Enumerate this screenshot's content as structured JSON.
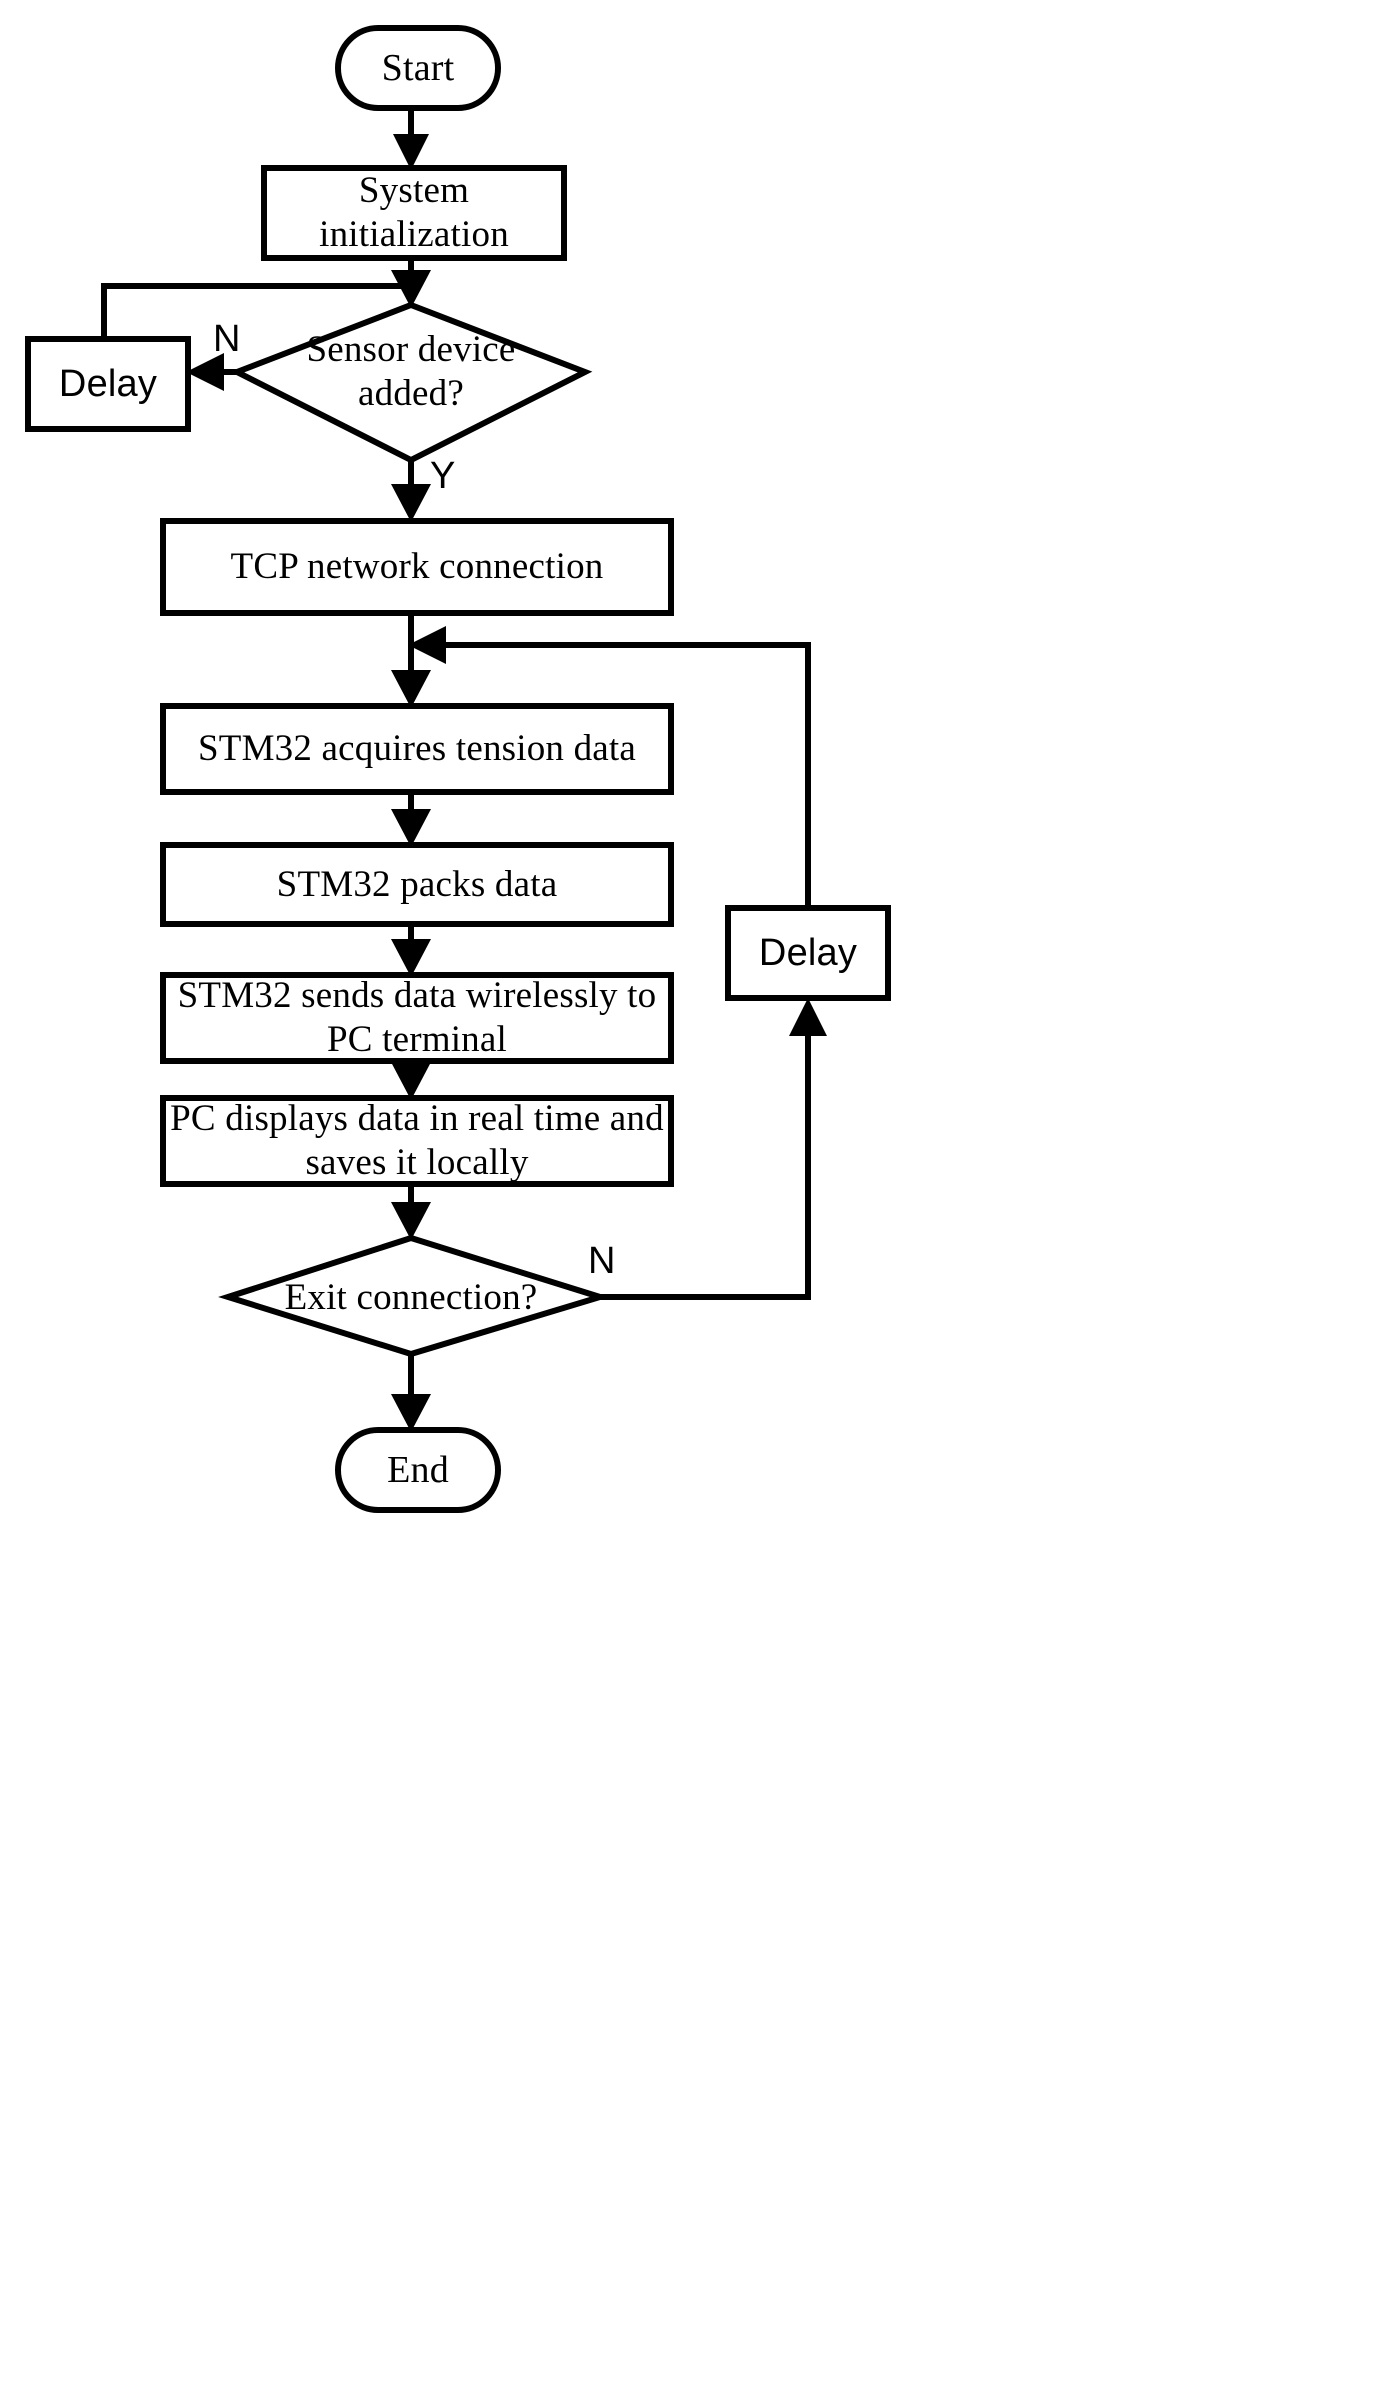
{
  "diagram": {
    "type": "flowchart",
    "title": "System workflow flowchart",
    "orientation": "top-to-bottom",
    "colors": {
      "stroke": "#000000",
      "fill": "#ffffff",
      "text": "#000000"
    },
    "nodes": {
      "start": {
        "label": "Start",
        "shape": "terminator"
      },
      "system_init": {
        "label": "System\ninitialization",
        "shape": "process"
      },
      "sensor_check": {
        "label": "Sensor device\nadded?",
        "shape": "decision"
      },
      "delay_left": {
        "label": "Delay",
        "shape": "process"
      },
      "tcp_connect": {
        "label": "TCP network connection",
        "shape": "process"
      },
      "acquire": {
        "label": "STM32 acquires tension data",
        "shape": "process"
      },
      "pack": {
        "label": "STM32 packs data",
        "shape": "process"
      },
      "send": {
        "label": "STM32 sends data wirelessly to\nPC terminal",
        "shape": "process"
      },
      "display": {
        "label": "PC displays data in real time and\nsaves it locally",
        "shape": "process"
      },
      "exit_check": {
        "label": "Exit connection?",
        "shape": "decision"
      },
      "delay_right": {
        "label": "Delay",
        "shape": "process"
      },
      "end": {
        "label": "End",
        "shape": "terminator"
      }
    },
    "edge_labels": {
      "sensor_no": "N",
      "sensor_yes": "Y",
      "exit_no": "N"
    },
    "edges": [
      {
        "from": "start",
        "to": "system_init",
        "label": ""
      },
      {
        "from": "system_init",
        "to": "sensor_check",
        "label": ""
      },
      {
        "from": "sensor_check",
        "to": "delay_left",
        "label": "N"
      },
      {
        "from": "delay_left",
        "to": "sensor_check",
        "label": ""
      },
      {
        "from": "sensor_check",
        "to": "tcp_connect",
        "label": "Y"
      },
      {
        "from": "tcp_connect",
        "to": "acquire",
        "label": ""
      },
      {
        "from": "acquire",
        "to": "pack",
        "label": ""
      },
      {
        "from": "pack",
        "to": "send",
        "label": ""
      },
      {
        "from": "send",
        "to": "display",
        "label": ""
      },
      {
        "from": "display",
        "to": "exit_check",
        "label": ""
      },
      {
        "from": "exit_check",
        "to": "delay_right",
        "label": "N"
      },
      {
        "from": "delay_right",
        "to": "acquire",
        "label": ""
      },
      {
        "from": "exit_check",
        "to": "end",
        "label": ""
      }
    ]
  }
}
